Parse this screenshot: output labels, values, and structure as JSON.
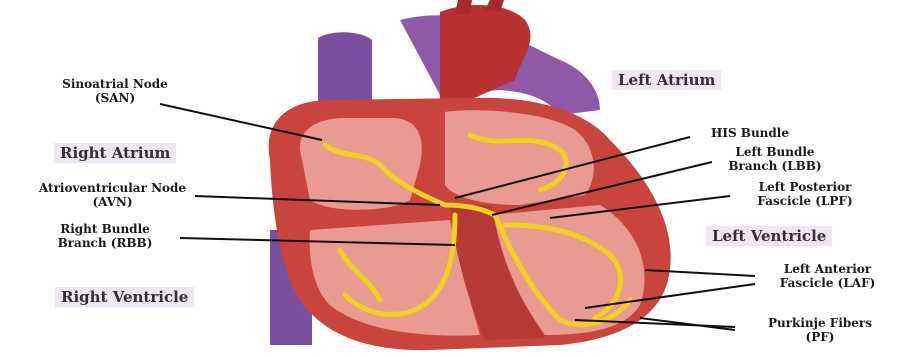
{
  "regions": {
    "left_atrium": "Left Atrium",
    "right_atrium": "Right Atrium",
    "left_ventricle": "Left Ventricle",
    "right_ventricle": "Right Ventricle"
  },
  "labels": {
    "san_1": "Sinoatrial Node",
    "san_2": "(SAN)",
    "avn_1": "Atrioventricular Node",
    "avn_2": "(AVN)",
    "rbb_1": "Right Bundle",
    "rbb_2": "Branch (RBB)",
    "his": "HIS Bundle",
    "lbb_1": "Left Bundle",
    "lbb_2": "Branch (LBB)",
    "lpf_1": "Left Posterior",
    "lpf_2": "Fascicle (LPF)",
    "laf_1": "Left Anterior",
    "laf_2": "Fascicle (LAF)",
    "pf_1": "Purkinje Fibers",
    "pf_2": "(PF)"
  },
  "colors": {
    "muscle": "#c8443c",
    "muscle_dark": "#8e2320",
    "chamber": "#e99a92",
    "vein": "#7a4f9e",
    "conduction": "#f2d21c",
    "region_bg": "#efe6f3"
  }
}
